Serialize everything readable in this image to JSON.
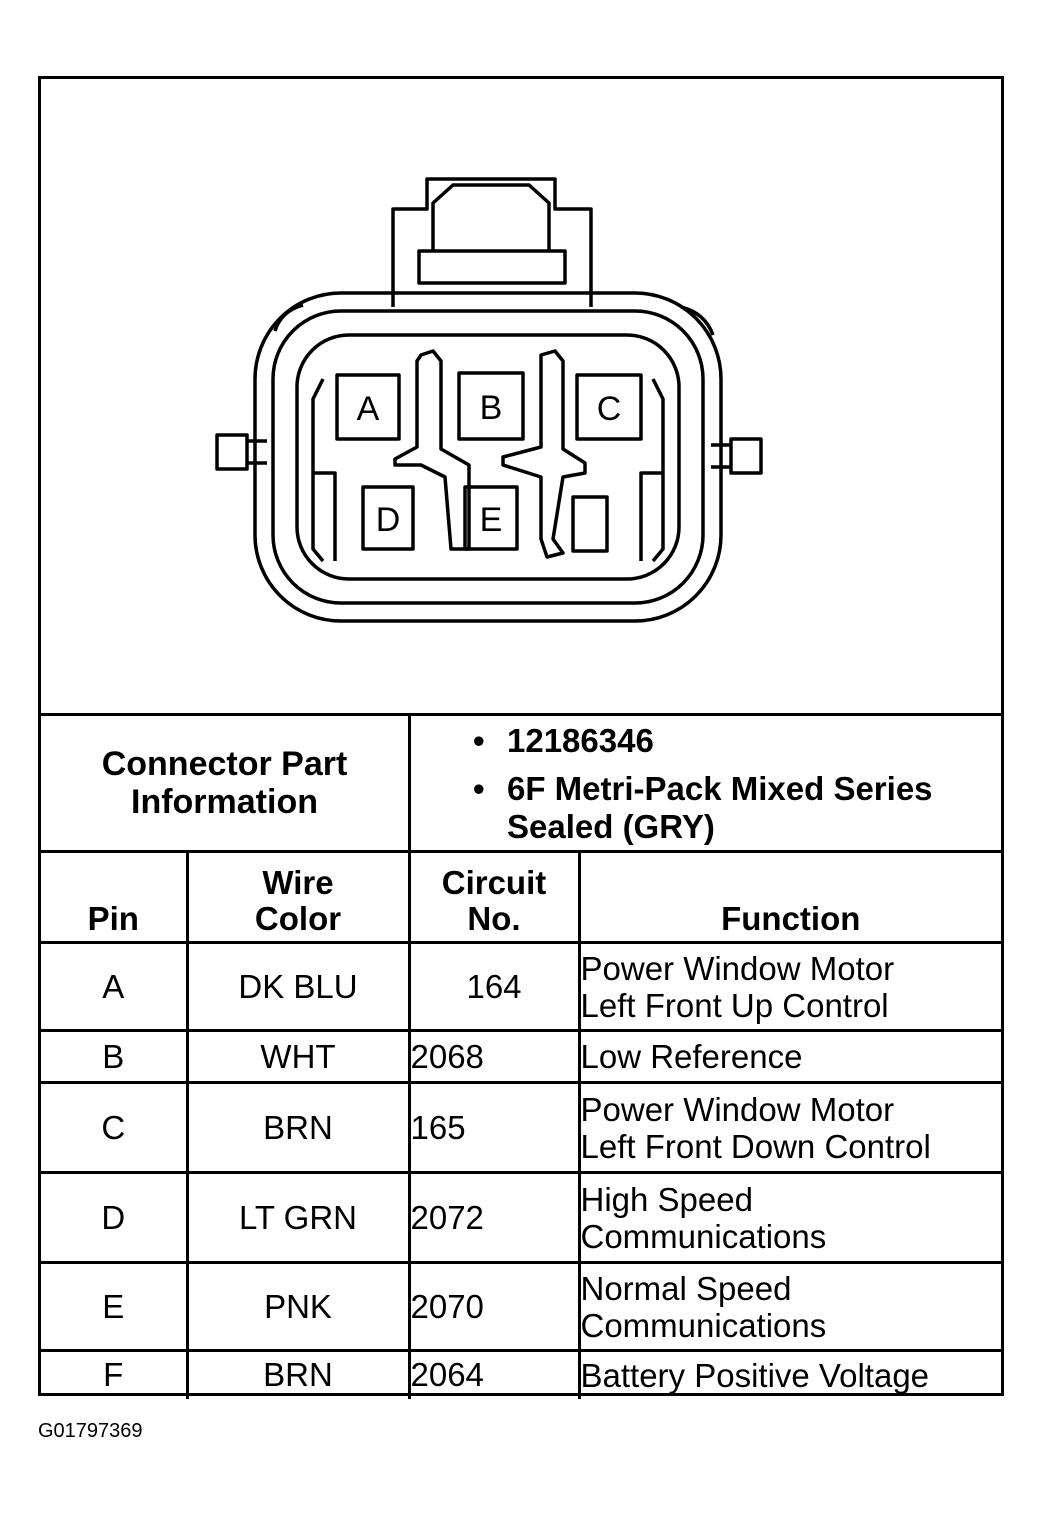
{
  "connector": {
    "cavity_labels": [
      "A",
      "B",
      "C",
      "D",
      "E"
    ]
  },
  "part_info": {
    "label": "Connector Part\nInformation",
    "items": [
      "12186346",
      "6F Metri-Pack Mixed Series\nSealed (GRY)"
    ]
  },
  "table": {
    "headers": {
      "pin": "Pin",
      "wire_color": "Wire\nColor",
      "circuit_no": "Circuit\nNo.",
      "function": "Function"
    },
    "rows": [
      {
        "pin": "A",
        "wire_color": "DK BLU",
        "circuit": "164",
        "function": "Power Window Motor\nLeft Front Up Control"
      },
      {
        "pin": "B",
        "wire_color": "WHT",
        "circuit": "2068",
        "function": "Low Reference"
      },
      {
        "pin": "C",
        "wire_color": "BRN",
        "circuit": "165",
        "function": "Power Window Motor\nLeft Front Down Control"
      },
      {
        "pin": "D",
        "wire_color": "LT GRN",
        "circuit": "2072",
        "function": "High Speed\nCommunications"
      },
      {
        "pin": "E",
        "wire_color": "PNK",
        "circuit": "2070",
        "function": "Normal Speed\nCommunications"
      },
      {
        "pin": "F",
        "wire_color": "BRN",
        "circuit": "2064",
        "function": "Battery Positive Voltage"
      }
    ]
  },
  "figure_id": "G01797369"
}
